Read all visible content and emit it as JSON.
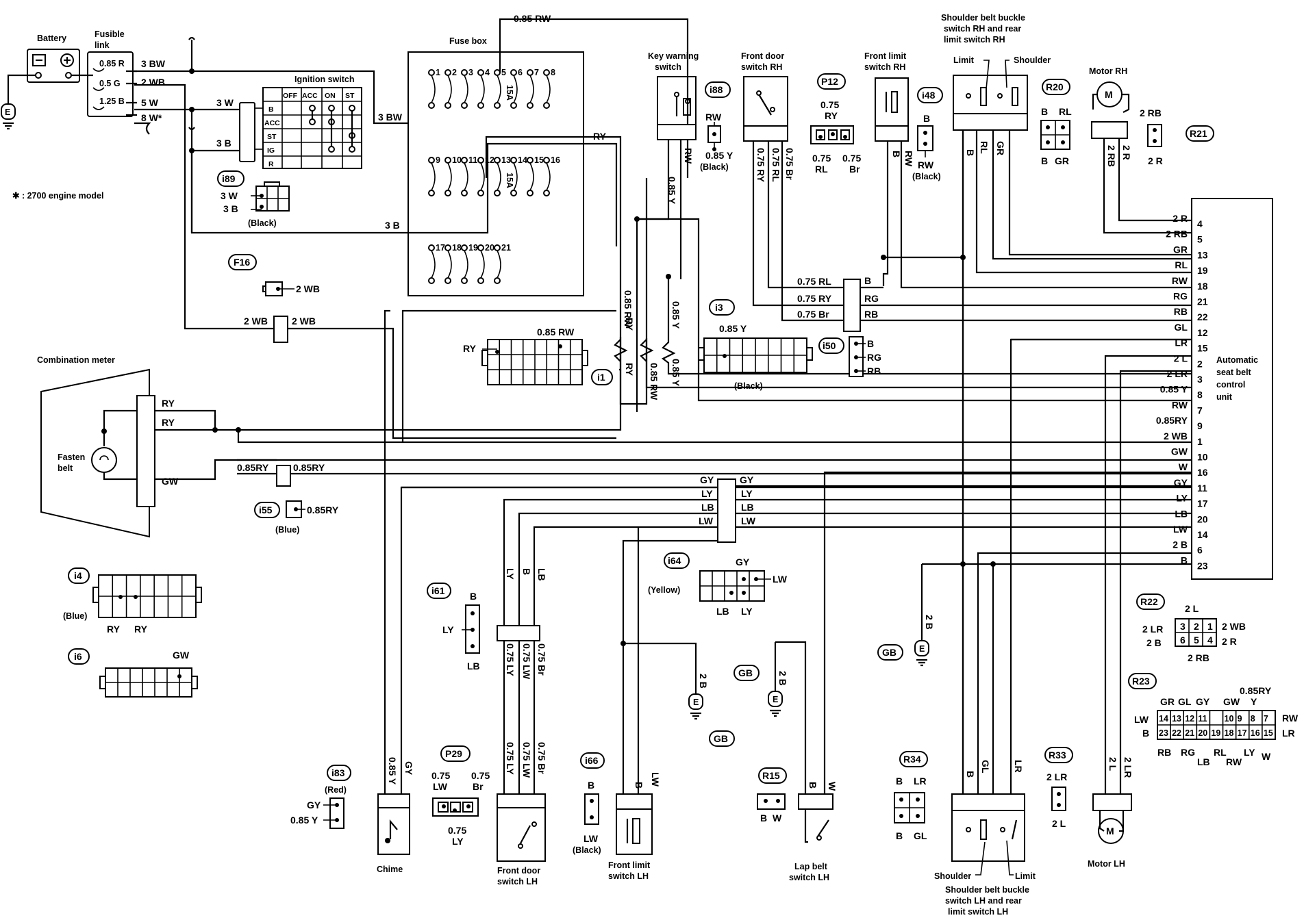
{
  "components": {
    "battery": "Battery",
    "fusible_link": [
      "Fusible",
      "link"
    ],
    "fuse_box": "Fuse box",
    "ignition_switch": "Ignition switch",
    "key_warning_switch": [
      "Key warning",
      "switch"
    ],
    "front_door_switch_rh": [
      "Front door",
      "switch RH"
    ],
    "front_limit_switch_rh": [
      "Front limit",
      "switch RH"
    ],
    "shoulder_belt_rh": [
      "Shoulder belt buckle",
      "switch RH and rear",
      "limit switch RH"
    ],
    "limit": "Limit",
    "shoulder": "Shoulder",
    "motor_rh": "Motor RH",
    "motor_lh": "Motor LH",
    "combination_meter": "Combination meter",
    "fasten_belt": [
      "Fasten",
      "belt"
    ],
    "control_unit": [
      "Automatic",
      "seat belt",
      "control",
      "unit"
    ],
    "chime": "Chime",
    "front_door_switch_lh": [
      "Front door",
      "switch LH"
    ],
    "front_limit_switch_lh": [
      "Front limit",
      "switch LH"
    ],
    "lap_belt_switch_lh": [
      "Lap belt",
      "switch LH"
    ],
    "shoulder_belt_lh": [
      "Shoulder belt buckle",
      "switch LH and rear",
      "limit switch LH"
    ],
    "footnote": "✱ : 2700 engine model"
  },
  "fusible_link_values": [
    "0.85 R",
    "0.5 G",
    "1.25 B"
  ],
  "fusible_link_wires": [
    "3 BW",
    "2 WB",
    "5 W",
    "8 W*"
  ],
  "ignition_table": {
    "columns": [
      "OFF",
      "ACC",
      "ON",
      "ST"
    ],
    "rows": [
      "B",
      "ACC",
      "ST",
      "IG",
      "R"
    ]
  },
  "fuse_numbers_row1": [
    "1",
    "2",
    "3",
    "4",
    "5",
    "6",
    "7",
    "8"
  ],
  "fuse_numbers_row2": [
    "9",
    "10",
    "11",
    "12",
    "13",
    "14",
    "15",
    "16"
  ],
  "fuse_numbers_row3": [
    "17",
    "18",
    "19",
    "20",
    "21"
  ],
  "fuse_rating": "15A",
  "connector_ids": {
    "i89": "i89",
    "F16": "F16",
    "i88": "i88",
    "P12": "P12",
    "i48": "i48",
    "R20": "R20",
    "R21": "R21",
    "i3": "i3",
    "i1": "i1",
    "i50": "i50",
    "i55": "i55",
    "i4": "i4",
    "i6": "i6",
    "i61": "i61",
    "i64": "i64",
    "GB1": "GB",
    "GB2": "GB",
    "GB3": "GB",
    "R22": "R22",
    "R23": "R23",
    "i83": "i83",
    "P29": "P29",
    "i66": "i66",
    "R15": "R15",
    "R34": "R34",
    "R33": "R33"
  },
  "connector_colors": {
    "black": "(Black)",
    "blue": "(Blue)",
    "yellow": "(Yellow)",
    "red": "(Red)"
  },
  "wire_labels": {
    "w085RW": "0.85 RW",
    "w3BW": "3 BW",
    "w3W": "3 W",
    "w3B": "3 B",
    "wRY": "RY",
    "w2WB": "2 WB",
    "w085Y": "0.85 Y",
    "w085RY": "0.85RY",
    "wGW": "GW",
    "wRW": "RW",
    "w075RY": "0.75 RY",
    "w075RL": "0.75 RL",
    "w075Br": "0.75 Br",
    "wB": "B",
    "wRG": "RG",
    "wRB": "RB",
    "wRL": "RL",
    "wGR": "GR",
    "w2RB": "2 RB",
    "w2R": "2 R",
    "w2B": "2 B",
    "wGY": "GY",
    "wLY": "LY",
    "wLB": "LB",
    "wLW": "LW",
    "wGL": "GL",
    "wLR": "LR",
    "w2L": "2 L",
    "w2LR": "2 LR",
    "wW": "W",
    "w075": "0.75",
    "w075LY": "0.75 LY",
    "w075LW": "0.75 LW",
    "wY": "Y"
  },
  "control_unit_pins": [
    {
      "wire": "2 R",
      "pin": "4"
    },
    {
      "wire": "2 RB",
      "pin": "5"
    },
    {
      "wire": "GR",
      "pin": "13"
    },
    {
      "wire": "RL",
      "pin": "19"
    },
    {
      "wire": "RW",
      "pin": "18"
    },
    {
      "wire": "RG",
      "pin": "21"
    },
    {
      "wire": "RB",
      "pin": "22"
    },
    {
      "wire": "GL",
      "pin": "12"
    },
    {
      "wire": "LR",
      "pin": "15"
    },
    {
      "wire": "2 L",
      "pin": "2"
    },
    {
      "wire": "2 LR",
      "pin": "3"
    },
    {
      "wire": "0.85 Y",
      "pin": "8"
    },
    {
      "wire": "RW",
      "pin": "7"
    },
    {
      "wire": "0.85RY",
      "pin": "9"
    },
    {
      "wire": "2 WB",
      "pin": "1"
    },
    {
      "wire": "GW",
      "pin": "10"
    },
    {
      "wire": "W",
      "pin": "16"
    },
    {
      "wire": "GY",
      "pin": "11"
    },
    {
      "wire": "LY",
      "pin": "17"
    },
    {
      "wire": "LB",
      "pin": "20"
    },
    {
      "wire": "LW",
      "pin": "14"
    },
    {
      "wire": "2 B",
      "pin": "6"
    },
    {
      "wire": "B",
      "pin": "23"
    }
  ],
  "r22_cells": {
    "top": [
      "3",
      "2",
      "1"
    ],
    "bottom": [
      "6",
      "5",
      "4"
    ]
  },
  "r23_cells": {
    "top": [
      "14",
      "13",
      "12",
      "11",
      "",
      "10",
      "9",
      "8",
      "7"
    ],
    "bottom": [
      "23",
      "22",
      "21",
      "20",
      "19",
      "18",
      "17",
      "16",
      "15"
    ]
  }
}
